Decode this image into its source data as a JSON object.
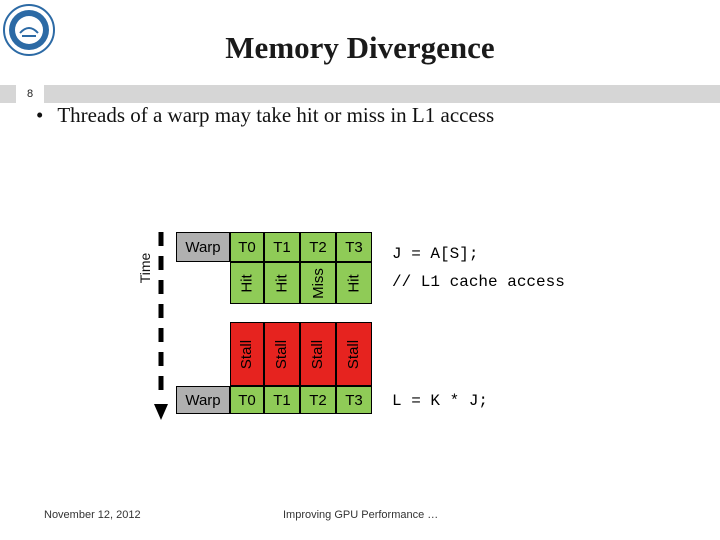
{
  "header": {
    "title": "Memory Divergence",
    "slide_number": "8"
  },
  "content": {
    "bullet": "Threads of a warp may take hit or miss in L1 access"
  },
  "diagram": {
    "time_label": "Time",
    "warp_top": {
      "warp_label": "Warp",
      "threads": [
        "T0",
        "T1",
        "T2",
        "T3"
      ],
      "outcomes": [
        "Hit",
        "Hit",
        "Miss",
        "Hit"
      ]
    },
    "stalls": [
      "Stall",
      "Stall",
      "Stall",
      "Stall"
    ],
    "warp_bottom": {
      "warp_label": "Warp",
      "threads": [
        "T0",
        "T1",
        "T2",
        "T3"
      ]
    },
    "code_top": [
      "J = A[S];",
      "// L1 cache access"
    ],
    "code_bottom": "L = K * J;",
    "colors": {
      "warp": "#b0b0b0",
      "thread": "#8fcb57",
      "stall": "#e6231f"
    }
  },
  "footer": {
    "date": "November 12, 2012",
    "course": "Improving GPU Performance …"
  }
}
